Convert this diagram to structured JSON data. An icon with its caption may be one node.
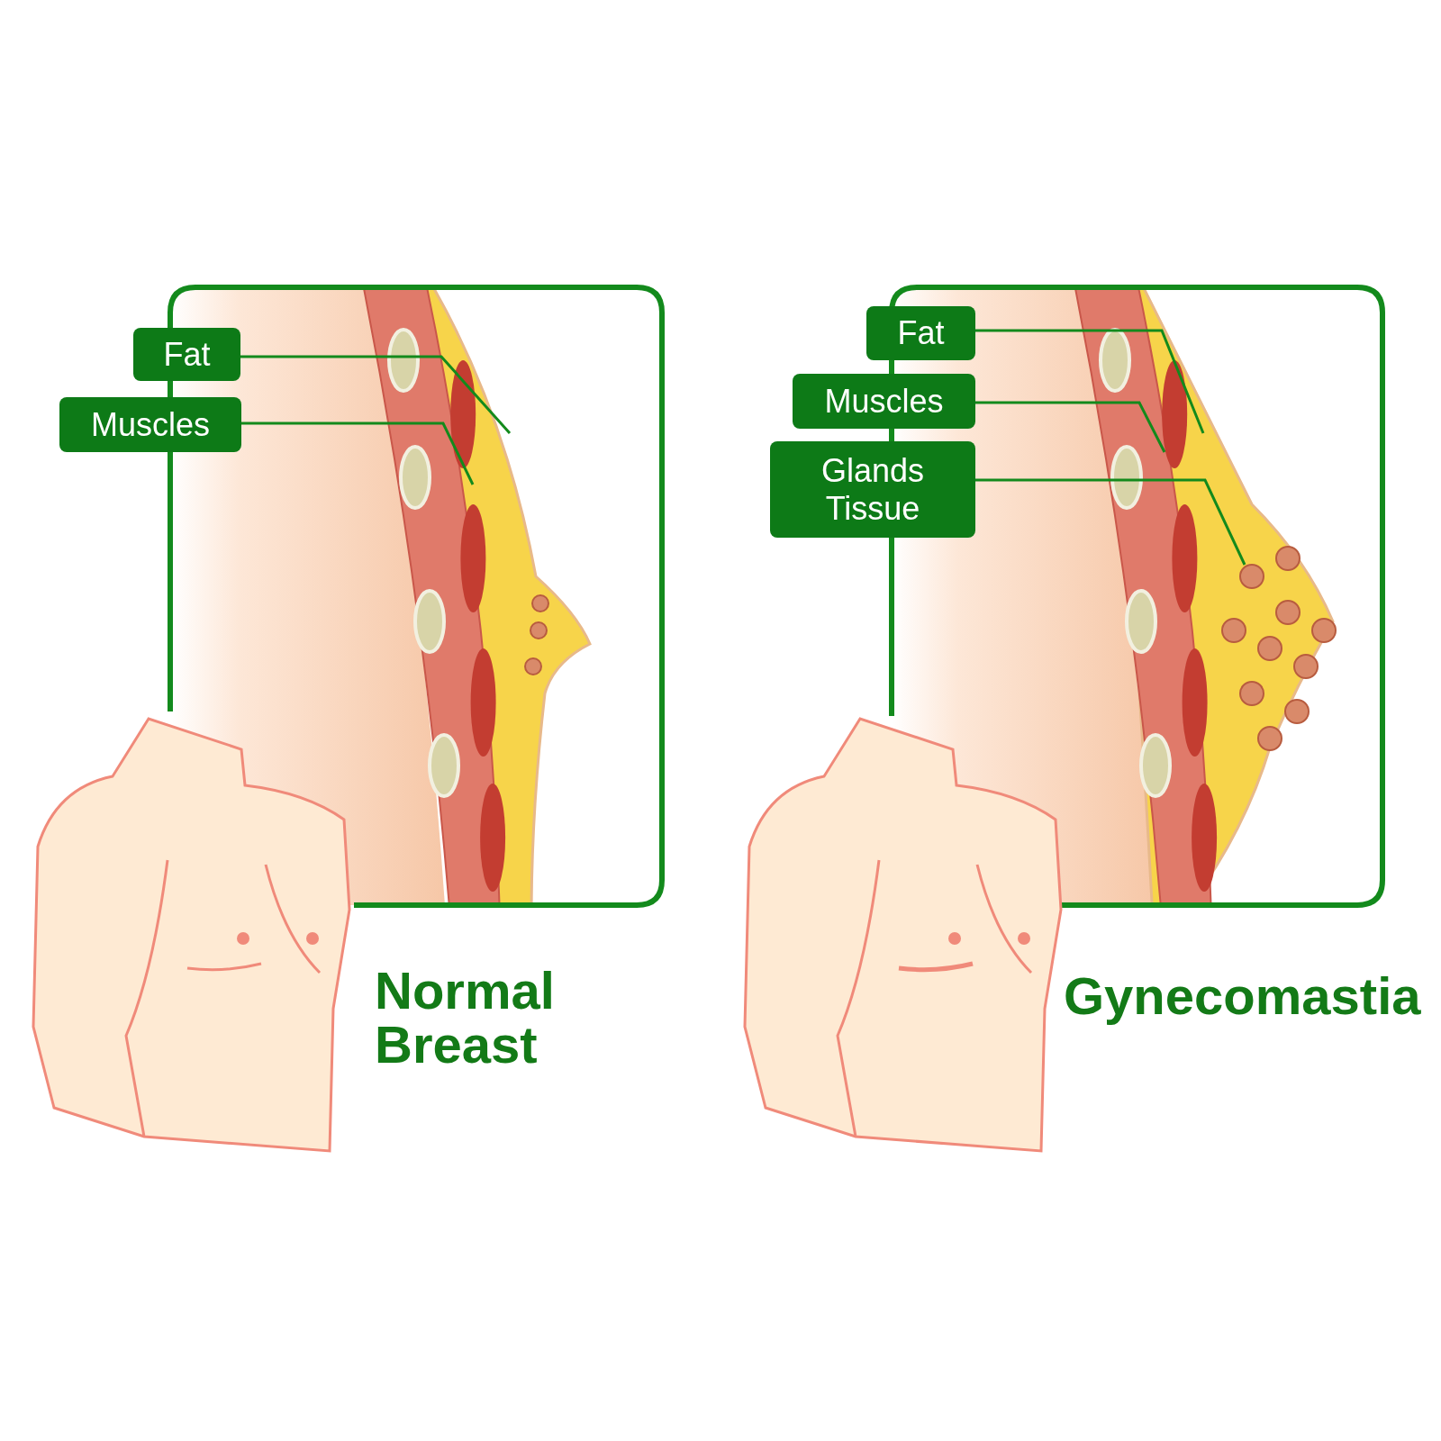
{
  "diagram": {
    "nodes": [
      {
        "text": [
          "Fat"
        ]
      },
      {
        "text": [
          "Muscles"
        ]
      },
      {
        "text": [
          "Fat"
        ]
      },
      {
        "text": [
          "Muscles"
        ]
      },
      {
        "text": [
          "Glands Tissue"
        ]
      }
    ],
    "edges": [
      {
        "from": 0,
        "to": null,
        "arrow": "none"
      },
      {
        "from": 1,
        "to": null,
        "arrow": "none"
      },
      {
        "from": 2,
        "to": null,
        "arrow": "none"
      },
      {
        "from": 3,
        "to": null,
        "arrow": "none"
      },
      {
        "from": 4,
        "to": null,
        "arrow": "none"
      }
    ],
    "labels": [
      "Normal Breast",
      "Gynecomastia"
    ]
  }
}
